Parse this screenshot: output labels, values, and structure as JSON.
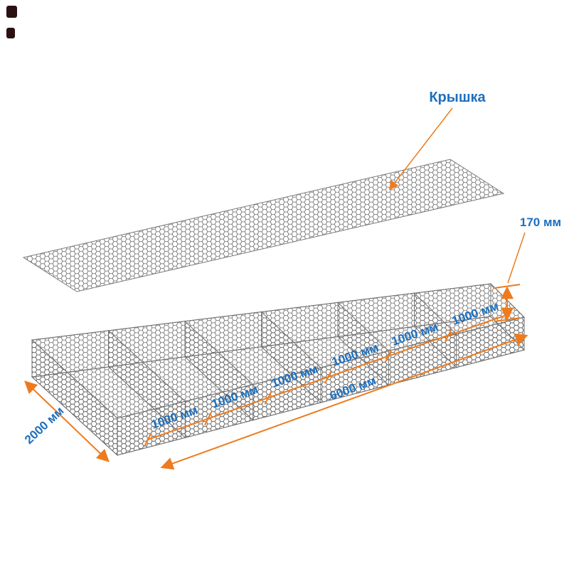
{
  "diagram": {
    "type": "gabion-mattress-dimension-drawing",
    "lid_label": "Крышка",
    "height": {
      "label": "170 мм"
    },
    "width": {
      "label": "2000 мм"
    },
    "length": {
      "label": "6000 мм"
    },
    "cells": [
      "1000 мм",
      "1000 мм",
      "1000 мм",
      "1000 мм",
      "1000 мм",
      "1000 мм"
    ],
    "cell_count": 6,
    "colors": {
      "dimension_orange": "#ee7b1d",
      "label_blue": "#1d6fbe",
      "mesh_gray": "#6f6f6f",
      "background": "#ffffff"
    }
  }
}
